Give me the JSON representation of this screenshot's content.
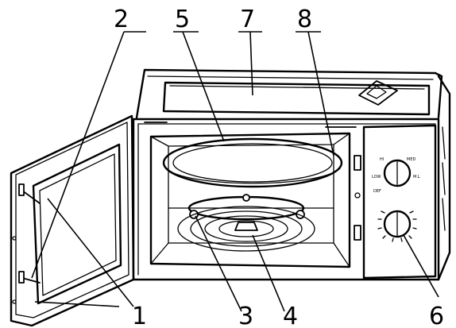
{
  "callouts": [
    {
      "id": "1",
      "label": "1"
    },
    {
      "id": "2",
      "label": "2"
    },
    {
      "id": "3",
      "label": "3"
    },
    {
      "id": "4",
      "label": "4"
    },
    {
      "id": "5",
      "label": "5"
    },
    {
      "id": "6",
      "label": "6"
    },
    {
      "id": "7",
      "label": "7"
    },
    {
      "id": "8",
      "label": "8"
    }
  ],
  "icons": {
    "appliance": "microwave-oven-line-drawing"
  }
}
